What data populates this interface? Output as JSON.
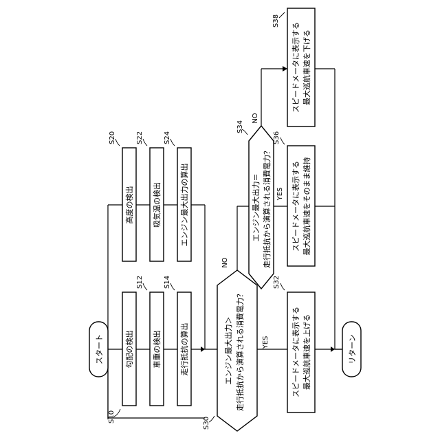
{
  "start": "スタート",
  "return": "リターン",
  "steps": {
    "s10": {
      "id": "S10",
      "text": "勾配の検出"
    },
    "s12": {
      "id": "S12",
      "text": "車重の検出"
    },
    "s14": {
      "id": "S14",
      "text": "走行抵抗の算出"
    },
    "s20": {
      "id": "S20",
      "text": "高度の検出"
    },
    "s22": {
      "id": "S22",
      "text": "吸気温の検出"
    },
    "s24": {
      "id": "S24",
      "text": "エンジン最大出力の算出"
    },
    "s30": {
      "id": "S30",
      "line1": "エンジン最大出力＞",
      "line2": "走行抵抗から演算される消費電力？"
    },
    "s32": {
      "id": "S32",
      "line1": "スピードメータに表示する",
      "line2": "最大巡航車速を上げる"
    },
    "s34": {
      "id": "S34",
      "line1": "エンジン最大出力＝",
      "line2": "走行抵抗から演算される消費電力？"
    },
    "s36": {
      "id": "S36",
      "line1": "スピードメータに表示する",
      "line2": "最大巡航車速をそのまま維持"
    },
    "s38": {
      "id": "S38",
      "line1": "スピードメータに表示する",
      "line2": "最大巡航車速を下げる"
    }
  },
  "branches": {
    "s30_yes": "YES",
    "s30_no": "NO",
    "s34_yes": "YES",
    "s34_no": "NO"
  }
}
